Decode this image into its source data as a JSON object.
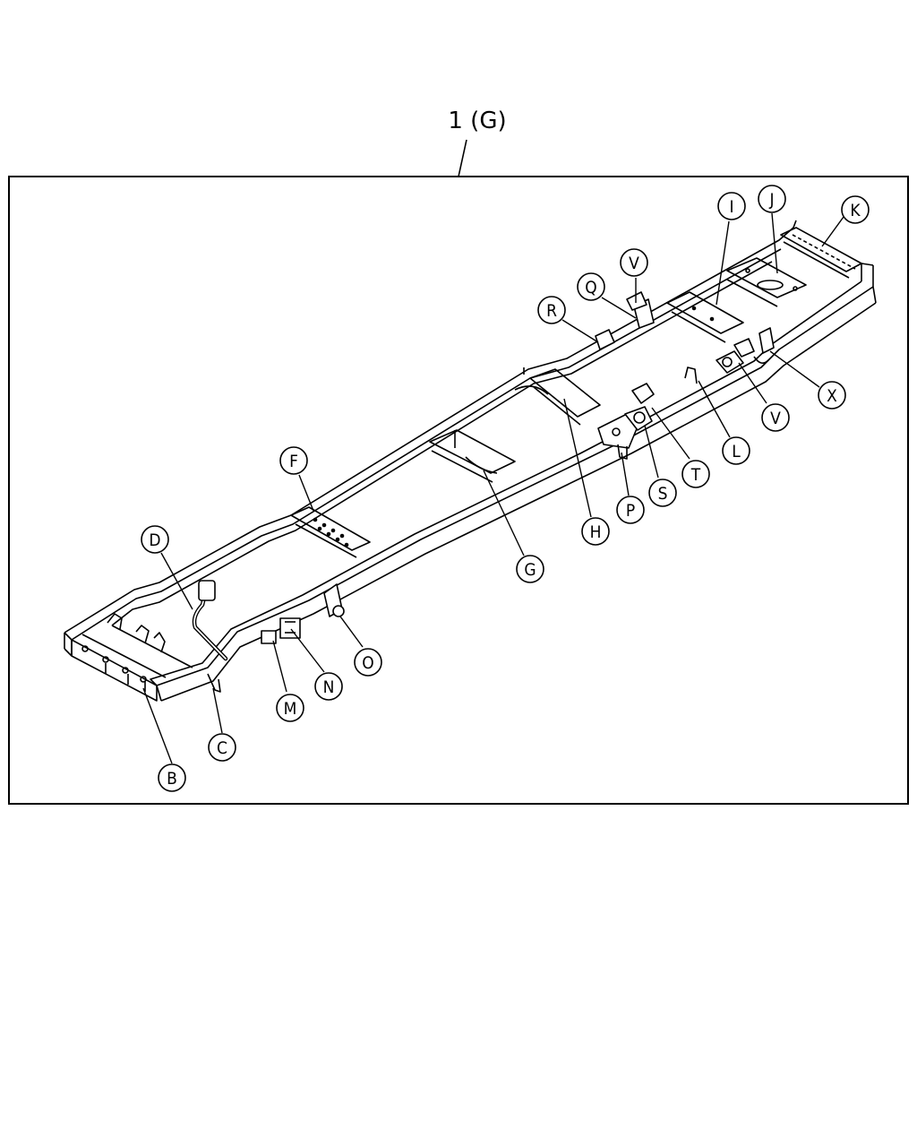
{
  "assembly_label": "1 (G)",
  "callouts": [
    {
      "id": "B",
      "label": "B"
    },
    {
      "id": "C",
      "label": "C"
    },
    {
      "id": "D",
      "label": "D"
    },
    {
      "id": "F",
      "label": "F"
    },
    {
      "id": "G",
      "label": "G"
    },
    {
      "id": "H",
      "label": "H"
    },
    {
      "id": "I",
      "label": "I"
    },
    {
      "id": "J",
      "label": "J"
    },
    {
      "id": "K",
      "label": "K"
    },
    {
      "id": "L",
      "label": "L"
    },
    {
      "id": "M",
      "label": "M"
    },
    {
      "id": "N",
      "label": "N"
    },
    {
      "id": "O",
      "label": "O"
    },
    {
      "id": "P",
      "label": "P"
    },
    {
      "id": "Q",
      "label": "Q"
    },
    {
      "id": "R",
      "label": "R"
    },
    {
      "id": "S",
      "label": "S"
    },
    {
      "id": "T",
      "label": "T"
    },
    {
      "id": "V1",
      "label": "V"
    },
    {
      "id": "V2",
      "label": "V"
    },
    {
      "id": "X",
      "label": "X"
    }
  ]
}
